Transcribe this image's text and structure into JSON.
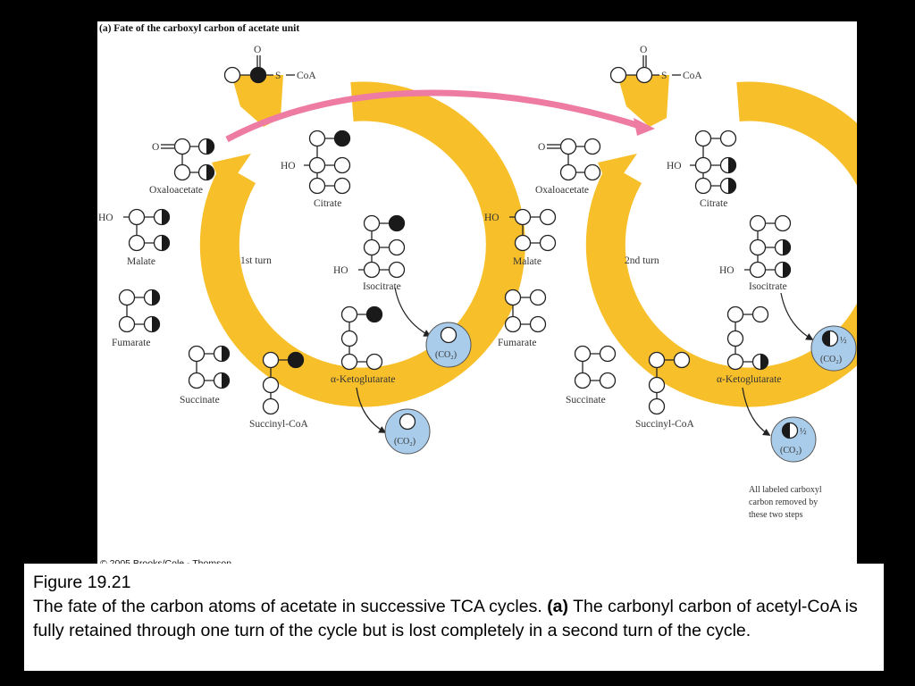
{
  "figure": {
    "title": "(a) Fate of the carboxyl carbon of acetate unit",
    "copyright": "© 2005 Brooks/Cole - Thomson",
    "acetyl_left": {
      "o_label": "O",
      "s_label": "S",
      "coa_label": "CoA"
    },
    "acetyl_right": {
      "o_label": "O",
      "s_label": "S",
      "coa_label": "CoA"
    },
    "turn1": {
      "center_label": "1st turn",
      "oxaloacetate": "Oxaloacetate",
      "citrate": "Citrate",
      "isocitrate": "Isocitrate",
      "ketoglutarate": "α-Ketoglutarate",
      "succinyl_coa": "Succinyl-CoA",
      "succinate": "Succinate",
      "fumarate": "Fumarate",
      "malate": "Malate",
      "ho": "HO",
      "o_eq": "O",
      "co2_a": "(CO₂)",
      "co2_b": "(CO₂)"
    },
    "turn2": {
      "center_label": "2nd turn",
      "oxaloacetate": "Oxaloacetate",
      "citrate": "Citrate",
      "isocitrate": "Isocitrate",
      "ketoglutarate": "α-Ketoglutarate",
      "succinyl_coa": "Succinyl-CoA",
      "succinate": "Succinate",
      "fumarate": "Fumarate",
      "malate": "Malate",
      "ho": "HO",
      "o_eq": "O",
      "co2_a": "(CO₂)",
      "co2_b": "(CO₂)",
      "half_a": "½",
      "half_b": "½"
    },
    "note": [
      "All labeled carboxyl",
      "carbon removed by",
      "these two steps"
    ],
    "colors": {
      "ring": "#F7BF2A",
      "arrow": "#EE7BA2",
      "co2": "#A9CCEA"
    }
  },
  "caption": {
    "heading": "Figure 19.21",
    "text_a": "The fate of the carbon atoms of acetate in successive TCA cycles.",
    "bold": "(a)",
    "text_b": "The carbonyl carbon of acetyl-CoA is fully retained through one turn of the cycle but is lost completely in a second turn of the cycle."
  }
}
